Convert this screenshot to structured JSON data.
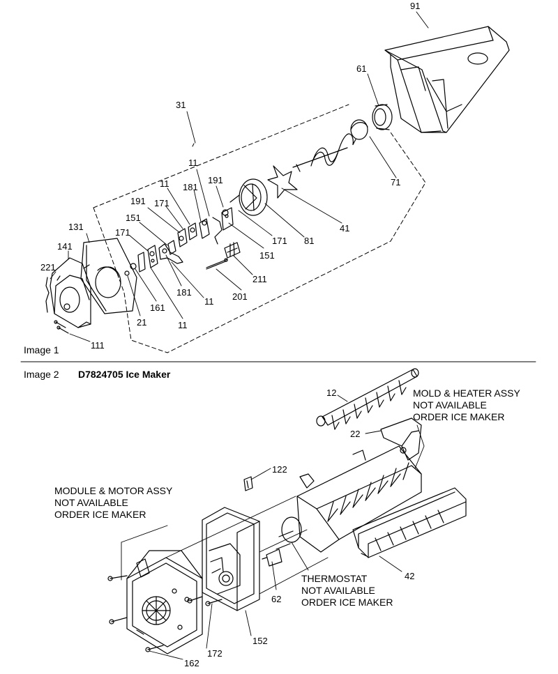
{
  "image1": {
    "caption": "Image 1",
    "part_numbers": {
      "p91": "91",
      "p61": "61",
      "p31": "31",
      "p71": "71",
      "p11a": "11",
      "p191a": "191",
      "p11b": "11",
      "p181a": "181",
      "p191b": "191",
      "p171a": "171",
      "p151a": "151",
      "p131": "131",
      "p171b": "171",
      "p141": "141",
      "p221": "221",
      "p41": "41",
      "p171c": "171",
      "p81": "81",
      "p151b": "151",
      "p211": "211",
      "p181b": "181",
      "p11c": "11",
      "p201": "201",
      "p161": "161",
      "p21": "21",
      "p11d": "11",
      "p111": "111"
    }
  },
  "image2": {
    "caption": "Image 2",
    "title": "D7824705 Ice Maker",
    "part_numbers": {
      "p12": "12",
      "p22": "22",
      "p122": "122",
      "p42": "42",
      "p62": "62",
      "p152": "152",
      "p172": "172",
      "p162": "162"
    },
    "notes": {
      "mold": "MOLD & HEATER ASSY\nNOT AVAILABLE\nORDER ICE MAKER",
      "module": "MODULE & MOTOR ASSY\nNOT AVAILABLE\nORDER ICE MAKER",
      "thermostat": "THERMOSTAT\nNOT AVAILABLE\nORDER ICE MAKER"
    }
  }
}
